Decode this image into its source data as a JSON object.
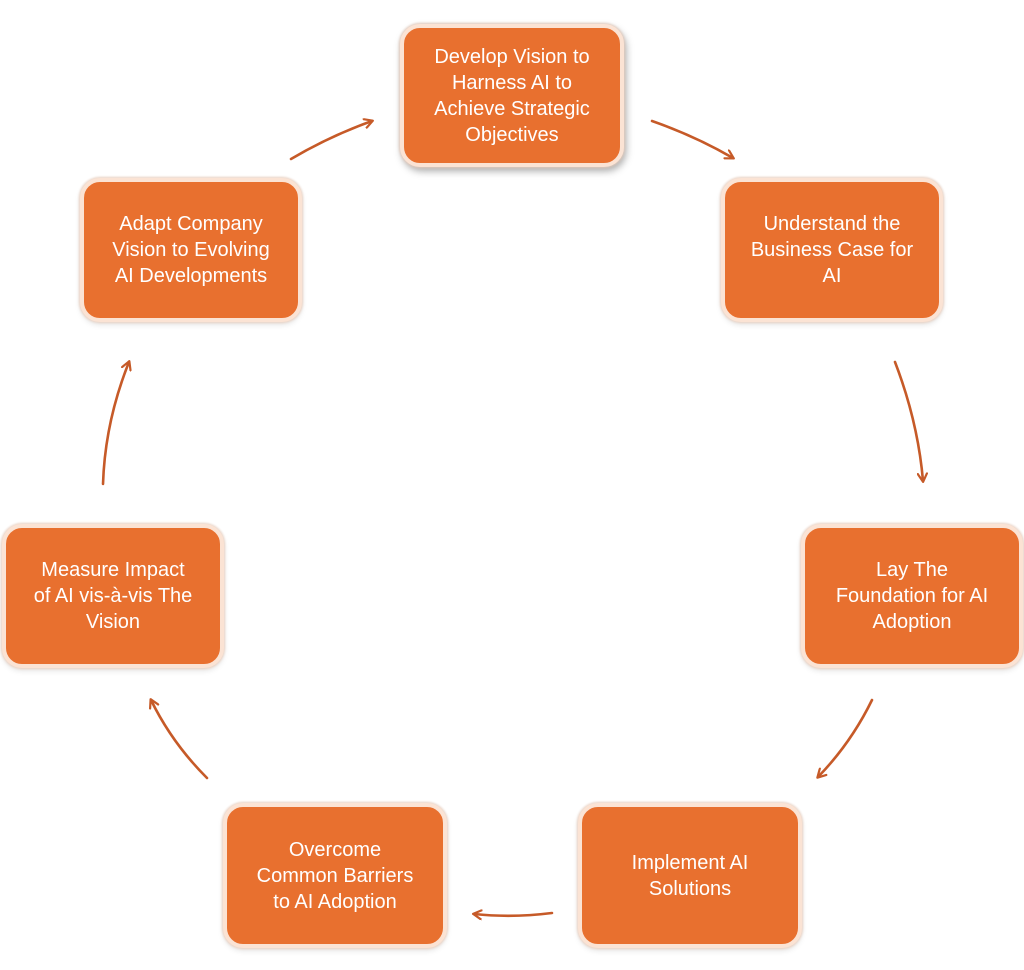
{
  "colors": {
    "box_fill": "#e8702f",
    "box_border": "#fbe3d4",
    "box_text": "#ffffff",
    "arrow": "#c65a28"
  },
  "steps": [
    "Develop Vision to\nHarness AI  to\nAchieve Strategic\nObjectives",
    "Understand the\nBusiness Case for\nAI",
    "Lay The\nFoundation for AI\nAdoption",
    "Implement AI\nSolutions",
    "Overcome\nCommon Barriers\nto AI Adoption",
    "Measure Impact\nof AI vis-à-vis The\nVision",
    "Adapt Company\nVision to Evolving\nAI Developments"
  ]
}
